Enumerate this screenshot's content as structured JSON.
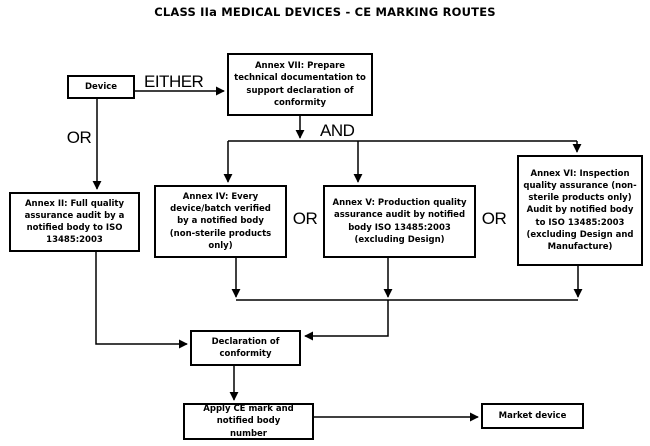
{
  "title": "CLASS IIa MEDICAL DEVICES - CE MARKING ROUTES",
  "colors": {
    "background": "#ffffff",
    "line": "#000000",
    "box_border": "#000000",
    "text": "#000000"
  },
  "edge_labels": {
    "either": "EITHER",
    "or_device": "OR",
    "and": "AND",
    "or_iv_v": "OR",
    "or_v_vi": "OR"
  },
  "nodes": {
    "device": "Device",
    "annex_vii": "Annex VII: Prepare technical documentation to support declaration of conformity",
    "annex_ii": "Annex II: Full quality assurance audit by a notified body to ISO 13485:2003",
    "annex_iv": "Annex IV: Every device/batch verified by a notified body (non-sterile products only)",
    "annex_v": "Annex V: Production quality assurance audit by notified body ISO 13485:2003 (excluding Design)",
    "annex_vi": "Annex VI: Inspection quality assurance (non-sterile products only) Audit by notified body to ISO 13485:2003 (excluding Design and Manufacture)",
    "declaration": "Declaration of conformity",
    "apply_ce": "Apply CE mark and notified body number",
    "market": "Market device"
  }
}
